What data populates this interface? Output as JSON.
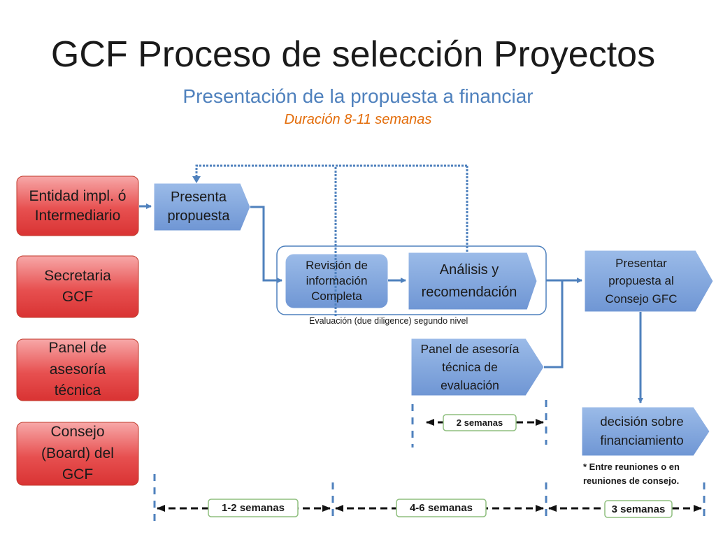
{
  "header": {
    "title": "GCF Proceso de selección Proyectos",
    "subtitle": "Presentación de la propuesta a financiar",
    "duration": "Duración 8-11 semanas"
  },
  "roles": [
    "Entidad impl. ó Intermediario",
    "Secretaria GCF",
    "Panel de asesoría técnica",
    "Consejo (Board) del GCF"
  ],
  "steps": {
    "presenta": "Presenta propuesta",
    "revision": "Revisión de información Completa",
    "analisis": "Análisis y recomendación",
    "panel": "Panel de asesoría técnica de evaluación",
    "presentar_consejo": "Presentar propuesta al Consejo GFC",
    "decision": "decisión sobre financiamiento"
  },
  "labels": {
    "evaluacion": "Evaluación (due diligence) segundo nivel",
    "nota": "* Entre reuniones o en reuniones de consejo."
  },
  "durations": {
    "panel": "2 semanas",
    "fase1": "1-2 semanas",
    "fase2": "4-6 semanas",
    "fase3": "3 semanas"
  },
  "colors": {
    "role_fill": "#dd3b3b",
    "step_fill": "#7da2dc",
    "connector": "#4f81bd",
    "title": "#1a1a1a",
    "subtitle": "#4f81bd",
    "duration": "#e36c09"
  }
}
